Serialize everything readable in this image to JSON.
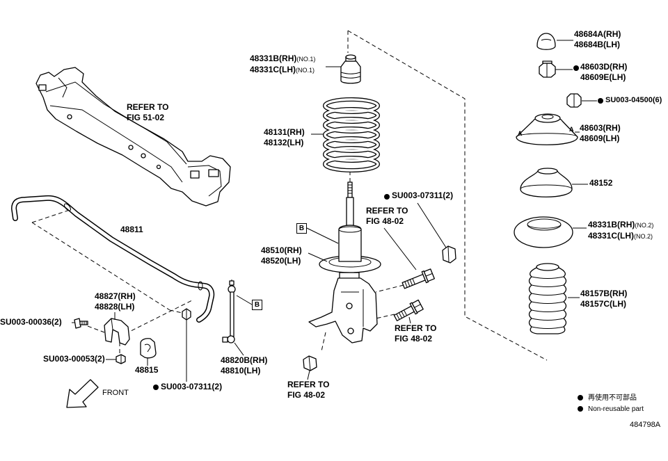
{
  "figure": {
    "id": "484798A",
    "front_label": "FRONT",
    "legend": {
      "jp": "再使用不可部品",
      "en": "Non-reusable part"
    },
    "view_marks": {
      "b_link": "B",
      "b_strut": "B",
      "a_left": "A",
      "a_right": "A"
    }
  },
  "labels": {
    "crossmember_ref": {
      "line1": "REFER TO",
      "line2": "FIG 51-02"
    },
    "stabilizer_bar": "48811",
    "stabilizer_bracket": {
      "rh": "48827(RH)",
      "lh": "48828(LH)"
    },
    "bracket_bolt": "SU003-00036(2)",
    "bracket_nut": "SU003-00053(2)",
    "stabilizer_bushing": "48815",
    "link_nut": "SU003-07311(2)",
    "stabilizer_link": {
      "rh": "48820B(RH)",
      "lh": "48810(LH)"
    },
    "bound_stopper_no1": {
      "rh": "48331B(RH)",
      "lh": "48331C(LH)",
      "suffix": "(NO.1)"
    },
    "coil_spring": {
      "rh": "48131(RH)",
      "lh": "48132(LH)"
    },
    "shock_absorber": {
      "rh": "48510(RH)",
      "lh": "48520(LH)"
    },
    "strut_nut": "SU003-07311(2)",
    "strut_bolt_upper_ref": {
      "line1": "REFER TO",
      "line2": "FIG 48-02"
    },
    "strut_bolt_lower_ref": {
      "line1": "REFER TO",
      "line2": "FIG 48-02"
    },
    "knuckle_nut_ref": {
      "line1": "REFER TO",
      "line2": "FIG 48-02"
    },
    "dust_cap": {
      "rh": "48684A(RH)",
      "lh": "48684B(LH)"
    },
    "support_nut": {
      "rh": "48603D(RH)",
      "lh": "48609E(LH)"
    },
    "support_stud_nut": "SU003-04500(6)",
    "suspension_support": {
      "rh": "48603(RH)",
      "lh": "48609(LH)"
    },
    "support_bearing": "48152",
    "insulator_no2": {
      "rh": "48331B(RH)",
      "lh": "48331C(LH)",
      "suffix": "(NO.2)"
    },
    "dust_boot": {
      "rh": "48157B(RH)",
      "lh": "48157C(LH)"
    }
  },
  "colors": {
    "line": "#000000",
    "background": "#ffffff"
  }
}
